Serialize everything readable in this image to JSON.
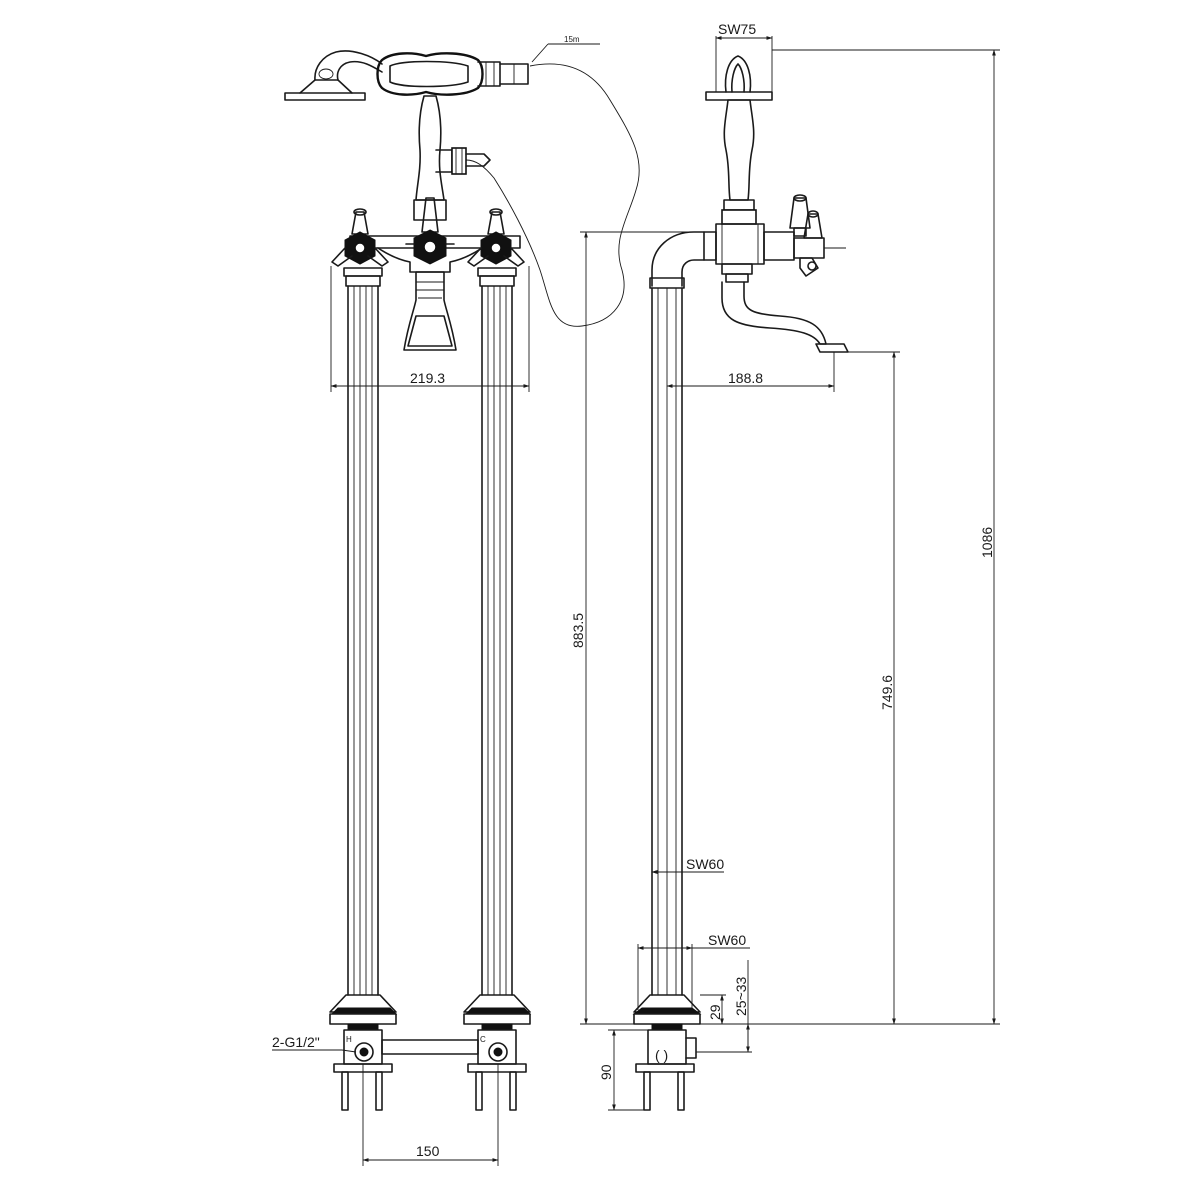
{
  "dimensions": {
    "d_219_3": "219.3",
    "d_188_8": "188.8",
    "d_150": "150",
    "d_883_5": "883.5",
    "d_749_6": "749.6",
    "d_1086": "1086",
    "d_90": "90",
    "d_29": "29",
    "d_25_33": "25~33",
    "sw75": "SW75",
    "sw60_upper": "SW60",
    "sw60_lower": "SW60",
    "hose_length": "15m",
    "inlet_thread": "2-G1/2\"",
    "hot_mark": "H",
    "cold_mark": "C"
  }
}
